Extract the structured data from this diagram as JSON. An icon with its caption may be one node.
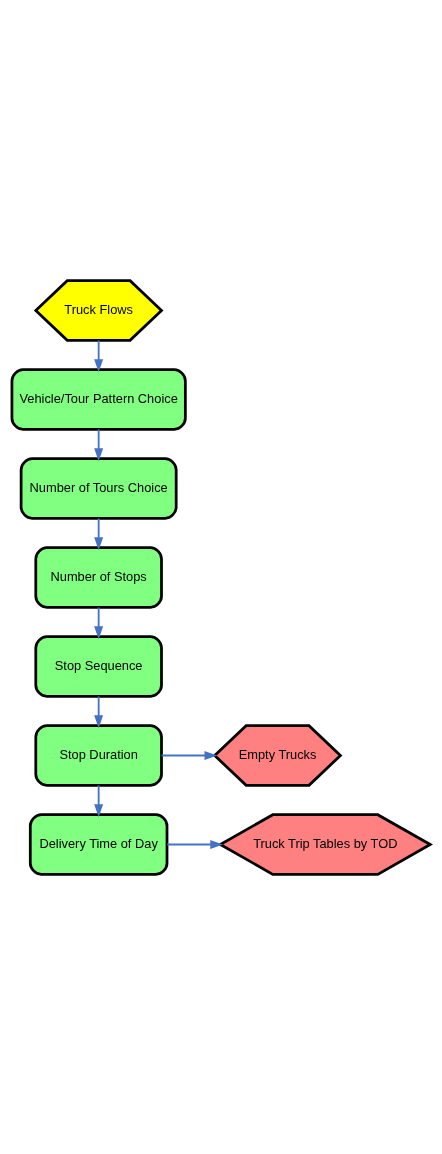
{
  "diagram": {
    "nodes": [
      {
        "text": [
          "Truck Flows"
        ]
      },
      {
        "text": [
          "Vehicle/Tour Pattern Choice"
        ]
      },
      {
        "text": [
          "Number of Tours Choice"
        ]
      },
      {
        "text": [
          "Number of Stops"
        ]
      },
      {
        "text": [
          "Stop Sequence"
        ]
      },
      {
        "text": [
          "Stop Duration"
        ]
      },
      {
        "text": [
          "Delivery Time of Day"
        ]
      },
      {
        "text": [
          "Empty Trucks"
        ]
      },
      {
        "text": [
          "Truck Trip Tables by TOD"
        ]
      }
    ],
    "edges": [
      {
        "from": 0,
        "to": 1,
        "arrow": "to"
      },
      {
        "from": 1,
        "to": 2,
        "arrow": "to"
      },
      {
        "from": 2,
        "to": 3,
        "arrow": "to"
      },
      {
        "from": 3,
        "to": 4,
        "arrow": "to"
      },
      {
        "from": 4,
        "to": 5,
        "arrow": "to"
      },
      {
        "from": 5,
        "to": 6,
        "arrow": "to"
      },
      {
        "from": 5,
        "to": 7,
        "arrow": "to"
      },
      {
        "from": 6,
        "to": 8,
        "arrow": "to"
      }
    ]
  }
}
